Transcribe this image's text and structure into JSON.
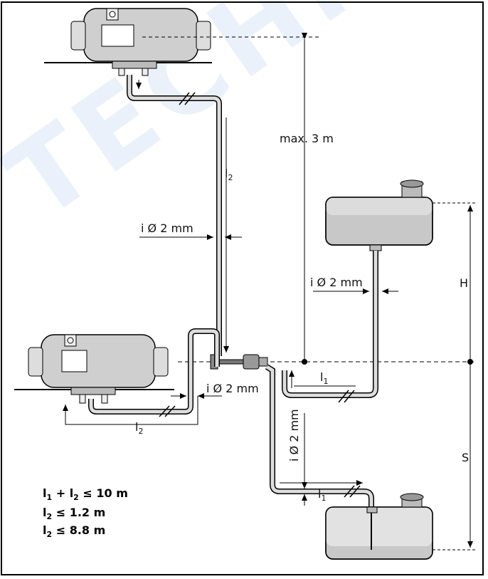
{
  "watermark": "TECHNI",
  "labels": {
    "max_height": "max. 3 m",
    "pipe_len_top": "l",
    "pipe_len_top_sub": "2",
    "diam_left": "i Ø 2 mm",
    "diam_right_tank": "i Ø 2 mm",
    "diam_mid": "i Ø 2 mm",
    "diam_vertical": "i Ø 2 mm",
    "pipe_len_l1_upper": "l",
    "pipe_len_l1_upper_sub": "1",
    "pipe_len_l1_lower": "l",
    "pipe_len_l1_lower_sub": "1",
    "pipe_len_bottom": "l",
    "pipe_len_bottom_sub": "2",
    "dim_H": "H",
    "dim_S": "S"
  },
  "formulas": [
    {
      "a": "l",
      "a_sub": "1",
      "op": " + ",
      "b": "l",
      "b_sub": "2",
      "rel": " ≤ 10 m"
    },
    {
      "a": "l",
      "a_sub": "2",
      "rel": " ≤ 1.2 m"
    },
    {
      "a": "l",
      "a_sub": "2",
      "rel": " ≤ 8.8 m"
    }
  ]
}
